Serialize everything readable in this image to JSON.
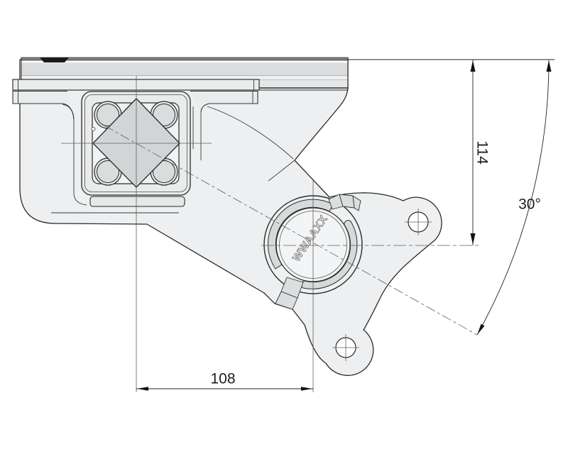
{
  "drawing": {
    "dimensions": {
      "height_to_axle_center": "114",
      "horizontal_offset": "108",
      "arm_angle": "30°"
    },
    "watermark": "WWAAXX",
    "colors": {
      "background": "#ffffff",
      "part_fill": "#edeff0",
      "line": "#2b2b2b",
      "dark_accent": "#1a1a1a"
    }
  }
}
